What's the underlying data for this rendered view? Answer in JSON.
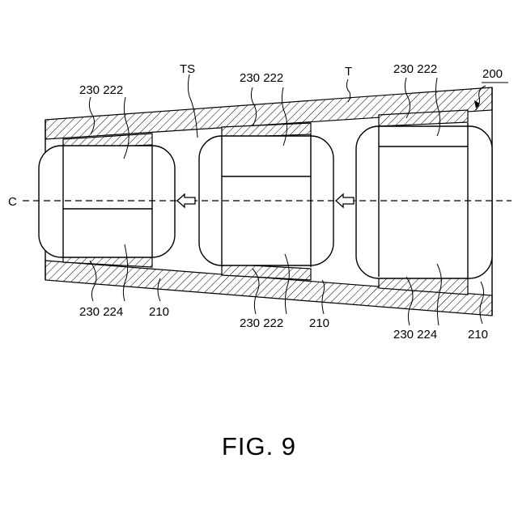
{
  "labels": {
    "ts": "TS",
    "t": "T",
    "c": "C",
    "ref200": "200",
    "u1_top": "230 222",
    "u1_bottom_pair": "230 224",
    "u1_bottom_210": "210",
    "u2_top": "230 222",
    "u2_bottom_pair": "230 222",
    "u2_bottom_210": "210",
    "u3_top": "230 222",
    "u3_bottom_pair": "230 224",
    "u3_bottom_210": "210"
  },
  "caption": "FIG. 9"
}
